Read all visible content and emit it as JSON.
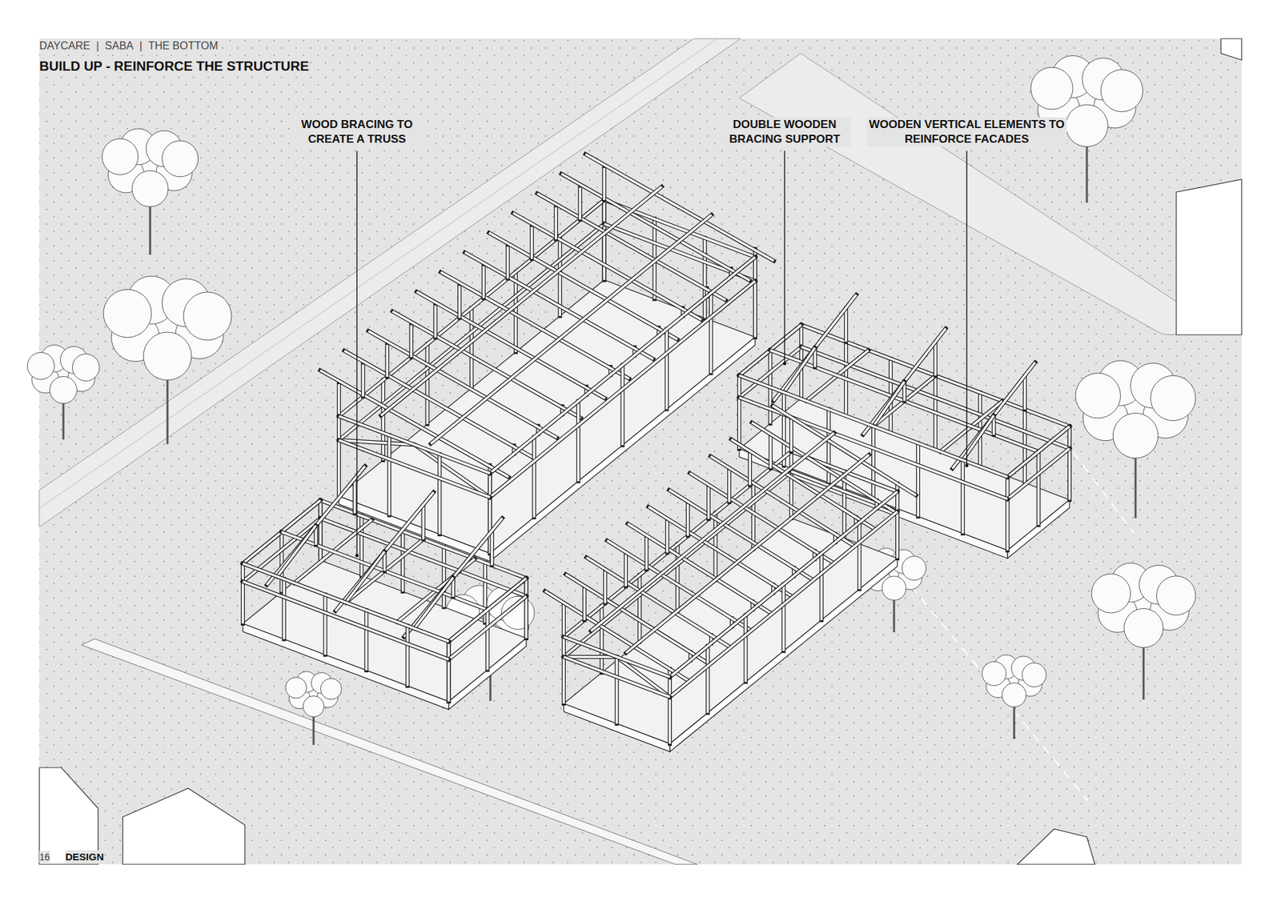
{
  "diagram": {
    "title": "BUILD UP - REINFORCE THE STRUCTURE",
    "labels": [
      "DAYCARE",
      "|",
      "SABA",
      "|",
      "THE BOTTOM",
      "WOOD BRACING TO CREATE A TRUSS",
      "DOUBLE WOODEN BRACING SUPPORT",
      "WOODEN VERTICAL ELEMENTS TO REINFORCE FACADES",
      "16",
      "DESIGN"
    ]
  }
}
